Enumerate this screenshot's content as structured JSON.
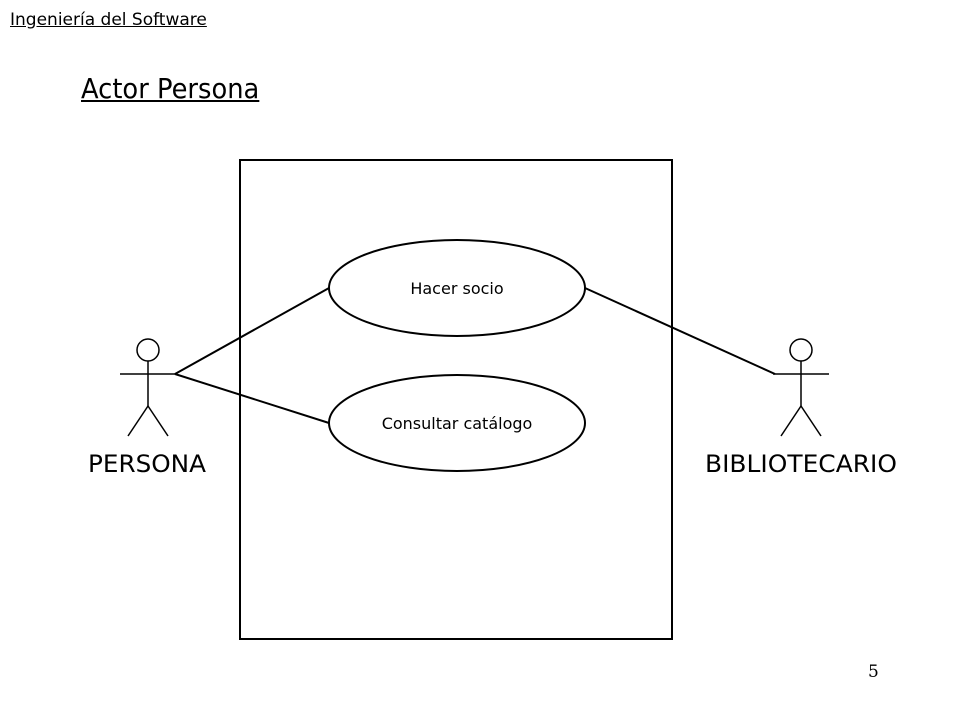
{
  "header": {
    "text": "Ingeniería del Software"
  },
  "slide": {
    "title": "Actor Persona",
    "page_number": "5"
  },
  "diagram": {
    "actors": [
      {
        "label": "PERSONA"
      },
      {
        "label": "BIBLIOTECARIO"
      }
    ],
    "use_cases": [
      {
        "label": "Hacer socio"
      },
      {
        "label": "Consultar catálogo"
      }
    ],
    "associations": [
      {
        "from": "PERSONA",
        "to": "Hacer socio"
      },
      {
        "from": "PERSONA",
        "to": "Consultar catálogo"
      },
      {
        "from": "BIBLIOTECARIO",
        "to": "Hacer socio"
      }
    ]
  }
}
